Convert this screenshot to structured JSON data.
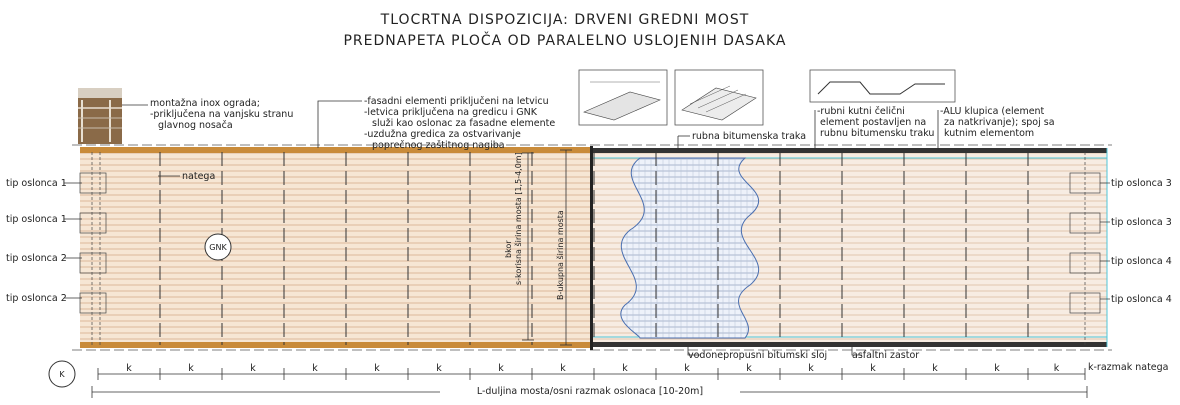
{
  "title": {
    "line1": "TLOCRTNA DISPOZICIJA: DRVENI GREDNI MOST",
    "line2": "PREDNAPETA PLOČA OD PARALELNO USLOJENIH DASAKA"
  },
  "annotations": {
    "inox_1": "montažna inox ograda;",
    "inox_2": "-priključena na vanjsku stranu",
    "inox_3": "glavnog nosača",
    "fasadni_1": "-fasadni elementi priključeni na letvicu",
    "fasadni_2": "-letvica priključena na gredicu i GNK",
    "fasadni_3": "služi kao oslonac za fasadne elemente",
    "fasadni_4": "-uzdužna gredica za ostvarivanje",
    "fasadni_5": "poprečnog zaštitnog nagiba",
    "rubna": "rubna bitumenska traka",
    "kutni_1": "-rubni kutni čelični",
    "kutni_2": "element postavljen na",
    "kutni_3": "rubnu bitumensku traku",
    "alu_1": "-ALU klupica (element",
    "alu_2": "za natkrivanje); spoj sa",
    "alu_3": "kutnim elementom",
    "natega": "natega",
    "gnk": "GNK",
    "b_sirina": "B-ukupna širina mosta",
    "s_sirina": "s-korisna širina mosta [1,5-4,0m]",
    "bkor": "bkor",
    "vodonepropusni": "vodonepropusni bitumski sloj",
    "asfaltni": "asfaltni zastor",
    "k_razmak": "k-razmak natega",
    "k_circle": "K",
    "k": "k",
    "L_duljina": "L-duljina mosta/osni razmak oslonaca [10-20m]"
  },
  "supports_left": [
    "tip oslonca 1",
    "tip oslonca 1",
    "tip oslonca 2",
    "tip oslonca 2"
  ],
  "supports_right": [
    "tip oslonca 3",
    "tip oslonca 3",
    "tip oslonca 4",
    "tip oslonca 4"
  ],
  "colors": {
    "deck_wood": "#f3ddc6",
    "rail": "#c98b3a",
    "line": "#222222",
    "water": "#4a6fb0",
    "cyan": "#4fc6d8"
  }
}
